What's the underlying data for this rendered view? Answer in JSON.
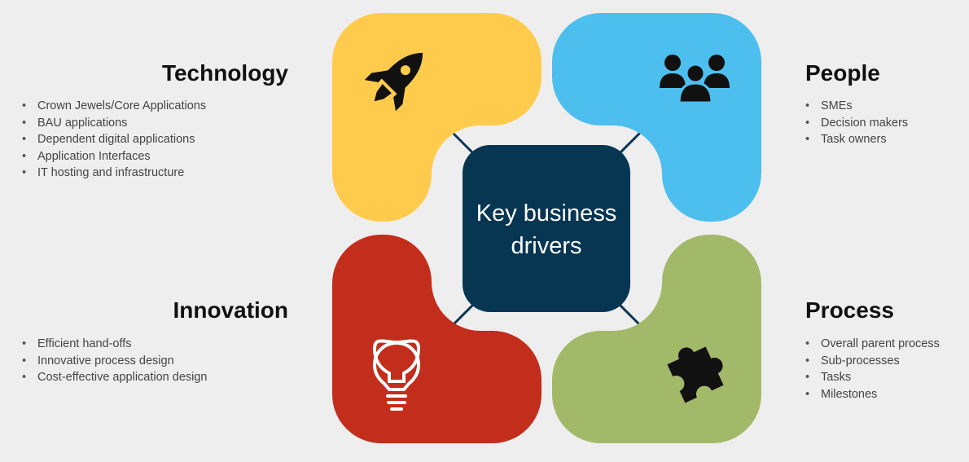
{
  "center": {
    "line1": "Key business",
    "line2": "drivers"
  },
  "colors": {
    "background": "#efeeee",
    "technology": "#ffcb4c",
    "people": "#4cbfee",
    "innovation": "#c22e1b",
    "process": "#a3b96a",
    "center": "#073653",
    "connector": "#0b3553"
  },
  "quadrants": {
    "technology": {
      "title": "Technology",
      "icon": "rocket-icon",
      "items": [
        "Crown Jewels/Core Applications",
        "BAU applications",
        "Dependent digital applications",
        "Application Interfaces",
        "IT hosting and infrastructure"
      ]
    },
    "people": {
      "title": "People",
      "icon": "people-group-icon",
      "items": [
        "SMEs",
        "Decision makers",
        "Task owners"
      ]
    },
    "innovation": {
      "title": "Innovation",
      "icon": "lightbulb-icon",
      "items": [
        "Efficient hand-offs",
        "Innovative process design",
        "Cost-effective application design"
      ]
    },
    "process": {
      "title": "Process",
      "icon": "puzzle-piece-icon",
      "items": [
        "Overall parent process",
        "Sub-processes",
        "Tasks",
        "Milestones"
      ]
    }
  }
}
